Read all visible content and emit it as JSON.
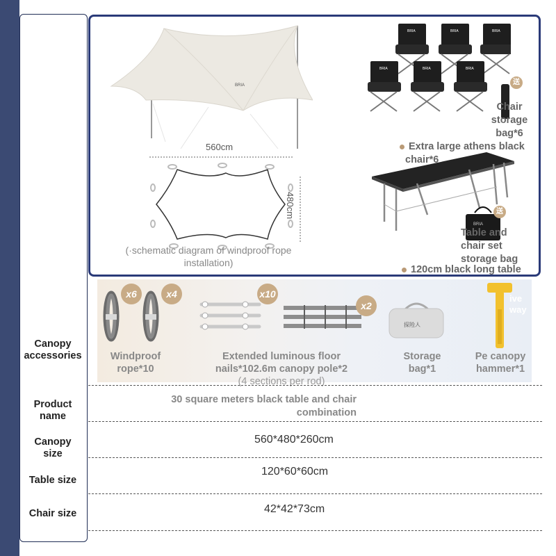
{
  "top": {
    "dim_width": "560cm",
    "dim_height": "480cm",
    "diagram_caption_1": "(·schematic diagram of windproof rope",
    "diagram_caption_2": "installation)",
    "chair_bag_label_1": "Chair",
    "chair_bag_label_2": "storage",
    "chair_bag_label_3": "bag*6",
    "chair_label_1": "Extra large athens black",
    "chair_label_2": "chair*6",
    "set_bag_label_1": "Table and",
    "set_bag_label_2": "chair set",
    "set_bag_label_3": "storage bag",
    "table_label": "120cm black long table",
    "gift_badge": "送",
    "brand_mark": "BRIA"
  },
  "accessories": {
    "row_label_1": "Canopy",
    "row_label_2": "accessories",
    "items": [
      {
        "badge": "x6",
        "label_1": "Windproof",
        "label_2": "rope*10"
      },
      {
        "badge": "x4"
      },
      {
        "badge": "x10",
        "label_1": "Extended luminous floor",
        "label_2": "nails*102.6m canopy pole*2",
        "label_3": "(4 sections per rod)"
      },
      {
        "badge": "x2"
      },
      {
        "label_1": "Storage",
        "label_2": "bag*1",
        "bag_brand": "探险人"
      },
      {
        "label_1": "Pe canopy",
        "label_2": "hammer*1",
        "corner_text_1": "ive",
        "corner_text_2": "way"
      }
    ]
  },
  "specs": {
    "product_name_label_1": "Product",
    "product_name_label_2": "name",
    "product_name_value_1": "30 square meters black table and chair",
    "product_name_value_2": "combination",
    "canopy_size_label_1": "Canopy",
    "canopy_size_label_2": "size",
    "canopy_size_value": "560*480*260cm",
    "table_size_label": "Table size",
    "table_size_value": "120*60*60cm",
    "chair_size_label": "Chair size",
    "chair_size_value": "42*42*73cm"
  },
  "colors": {
    "frame": "#2a3a78",
    "side_bar": "#3b4a73",
    "accent_dot": "#b99a76",
    "badge": "#c8ab86",
    "hammer": "#f2c12e"
  }
}
